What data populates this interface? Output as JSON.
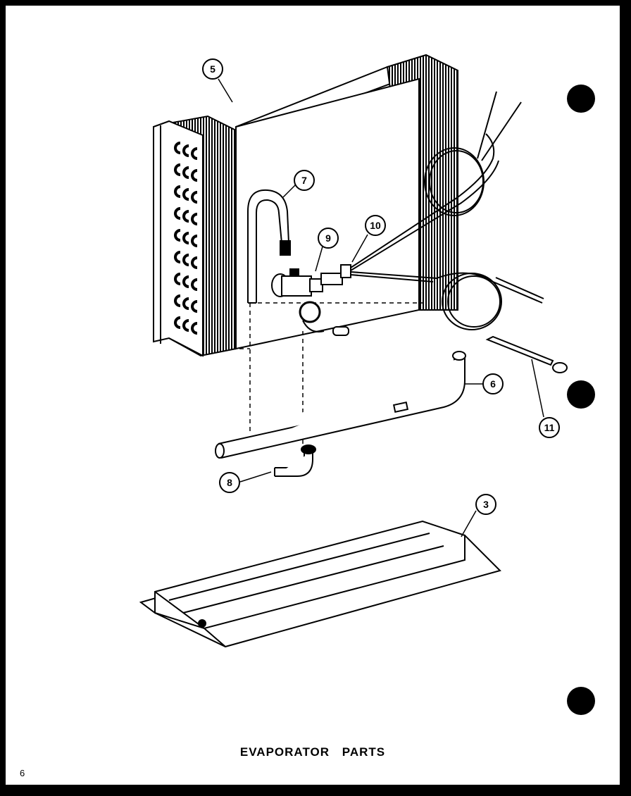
{
  "diagram": {
    "caption": "EVAPORATOR PARTS",
    "page_number": "6",
    "callouts": [
      {
        "id": "c5",
        "label": "5"
      },
      {
        "id": "c7",
        "label": "7"
      },
      {
        "id": "c9",
        "label": "9"
      },
      {
        "id": "c10",
        "label": "10"
      },
      {
        "id": "c6",
        "label": "6"
      },
      {
        "id": "c11",
        "label": "11"
      },
      {
        "id": "c8",
        "label": "8"
      },
      {
        "id": "c3",
        "label": "3"
      }
    ]
  }
}
